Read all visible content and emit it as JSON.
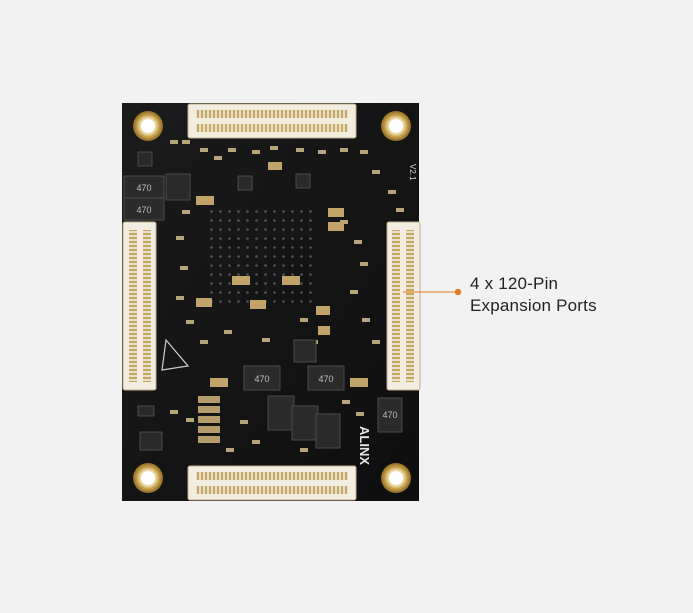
{
  "product": {
    "silkscreen_brand": "ALINX",
    "silkscreen_rev": "V2.1"
  },
  "callout": {
    "line1": "4 x 120-Pin",
    "line2": "Expansion Ports",
    "accent_color": "#e07b24"
  },
  "colors": {
    "background": "#f2f2f2",
    "pcb": "#141414",
    "gold": "#c9a24a",
    "connector_white": "#f3ece0"
  },
  "component_marks": {
    "inductor_mark": "470"
  }
}
